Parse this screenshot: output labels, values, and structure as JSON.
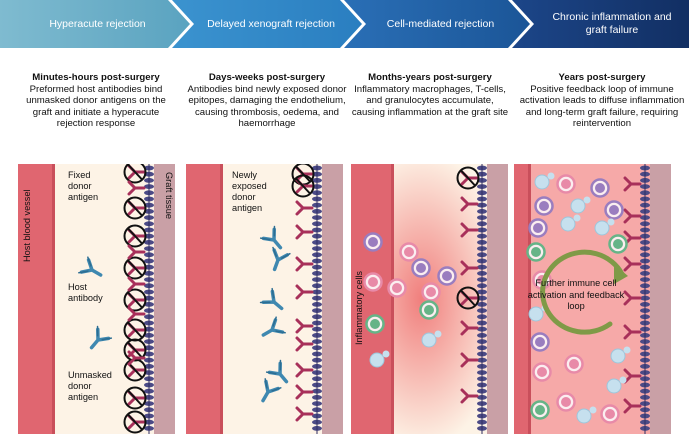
{
  "stages": [
    {
      "title": "Hyperacute rejection",
      "color": "#6fb0c8"
    },
    {
      "title": "Delayed xenograft rejection",
      "color": "#2f86c4"
    },
    {
      "title": "Cell-mediated rejection",
      "color": "#1e5fa6"
    },
    {
      "title": "Chronic inflammation and graft failure",
      "color": "#163a75"
    }
  ],
  "descriptions": [
    {
      "heading": "Minutes-hours post-surgery",
      "body": "Preformed host antibodies bind unmasked donor antigens on the graft and initiate a hyperacute rejection response"
    },
    {
      "heading": "Days-weeks post-surgery",
      "body": "Antibodies bind newly exposed donor epitopes, damaging the endothelium, causing thrombosis, oedema, and haemorrhage"
    },
    {
      "heading": "Months-years post-surgery",
      "body": "Inflammatory macrophages, T-cells, and granulocytes accumulate, causing inflammation at the graft site"
    },
    {
      "heading": "Years post-surgery",
      "body": "Positive feedback loop of immune activation leads to diffuse inflammation and long-term graft failure, requiring reintervention"
    }
  ],
  "panel1": {
    "host_vessel": "Host blood vessel",
    "graft_tissue": "Graft tissue",
    "fixed_antigen": "Fixed donor antigen",
    "host_antibody": "Host antibody",
    "unmasked_antigen": "Unmasked donor antigen"
  },
  "panel2": {
    "new_antigen": "Newly exposed donor antigen"
  },
  "panel3": {
    "inflammatory_cells": "Inflammatory cells"
  },
  "panel4": {
    "feedback": "Further immune cell activation and feedback loop"
  },
  "colors": {
    "vessel": "#e06670",
    "graft": "#c9a0a6",
    "membrane": "#4b4a86",
    "antigen": "#a8305a",
    "antibody": "#3f88b0",
    "background": "#fdf3e6",
    "cell_purple": "#9a7dbf",
    "cell_pink": "#e88aa8",
    "cell_green": "#66b487",
    "cell_light": "#c6e0ee",
    "loop_arrow": "#7f9a47"
  }
}
